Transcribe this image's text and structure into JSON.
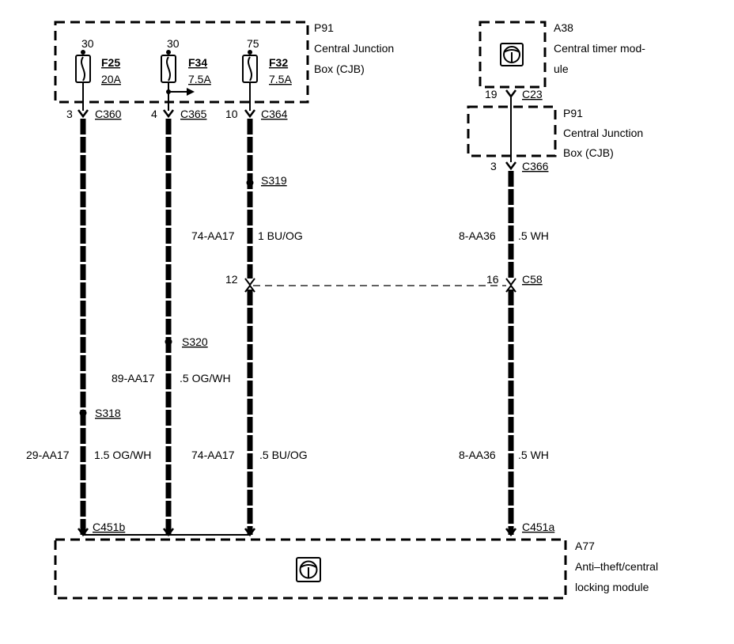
{
  "cjb_top": {
    "ref": "P91",
    "name_line1": "Central Junction",
    "name_line2": "Box (CJB)",
    "fuses": [
      {
        "terminal": "30",
        "id": "F25",
        "rating": "20A"
      },
      {
        "terminal": "30",
        "id": "F34",
        "rating": "7.5A"
      },
      {
        "terminal": "75",
        "id": "F32",
        "rating": "7.5A"
      }
    ]
  },
  "timer_module": {
    "ref": "A38",
    "name_line1": "Central timer mod-",
    "name_line2": "ule"
  },
  "cjb_right": {
    "ref": "P91",
    "name_line1": "Central Junction",
    "name_line2": "Box (CJB)"
  },
  "anti_theft_module": {
    "ref": "A77",
    "name_line1": "Anti–theft/central",
    "name_line2": "locking module"
  },
  "connectors": {
    "c360": {
      "pin": "3",
      "id": "C360"
    },
    "c365": {
      "pin": "4",
      "id": "C365"
    },
    "c364": {
      "pin": "10",
      "id": "C364"
    },
    "c23": {
      "pin": "19",
      "id": "C23"
    },
    "c366": {
      "pin": "3",
      "id": "C366"
    },
    "c58_left_pin": "12",
    "c58_right_pin": "16",
    "c58_id": "C58",
    "c451b": "C451b",
    "c451a": "C451a"
  },
  "splices": {
    "s319": "S319",
    "s320": "S320",
    "s318": "S318"
  },
  "wires": {
    "w74_upper": {
      "circuit": "74-AA17",
      "spec": "1 BU/OG"
    },
    "w8_upper": {
      "circuit": "8-AA36",
      "spec": ".5 WH"
    },
    "w89": {
      "circuit": "89-AA17",
      "spec": ".5 OG/WH"
    },
    "w29": {
      "circuit": "29-AA17",
      "spec": "1.5 OG/WH"
    },
    "w74_lower": {
      "circuit": "74-AA17",
      "spec": ".5 BU/OG"
    },
    "w8_lower": {
      "circuit": "8-AA36",
      "spec": ".5 WH"
    }
  }
}
